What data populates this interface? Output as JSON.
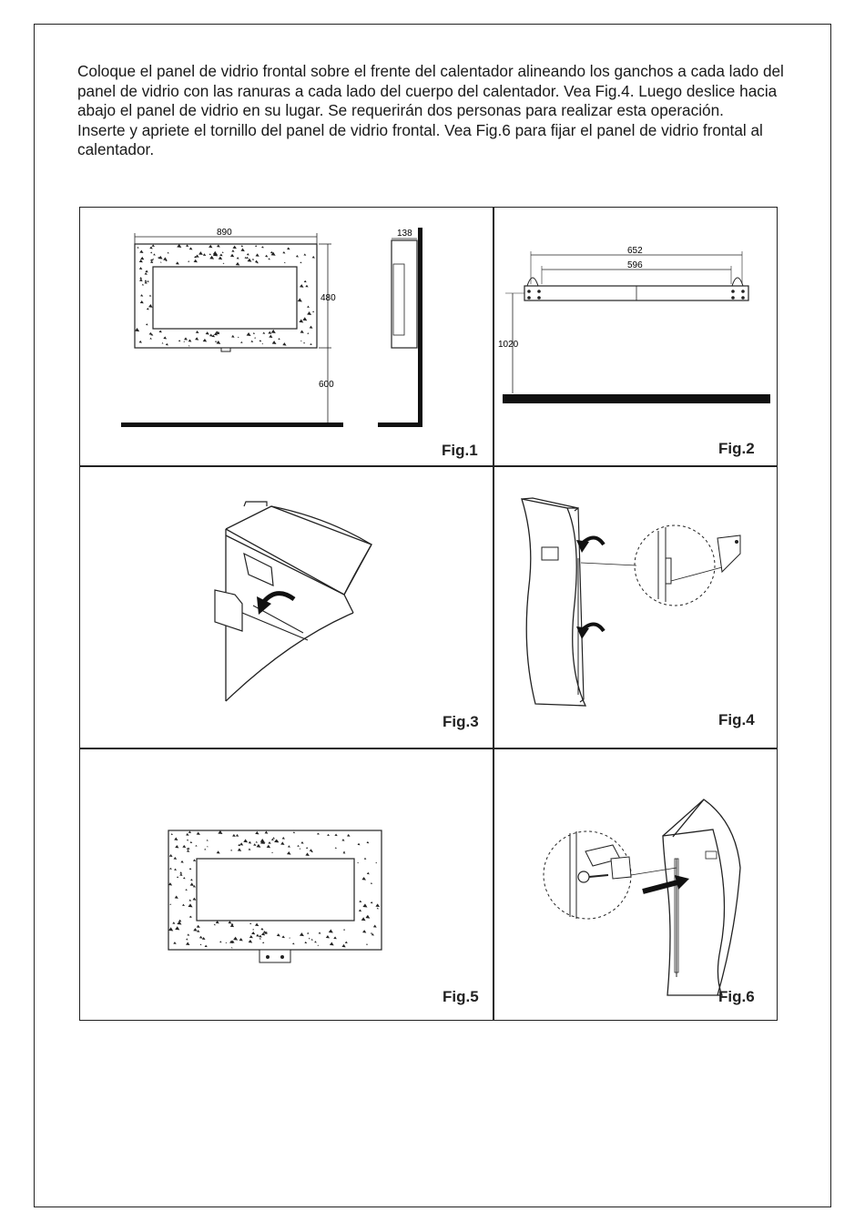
{
  "instructions": {
    "paragraph1": "Coloque el panel de vidrio frontal sobre el frente del calentador alineando los ganchos a cada lado del panel de vidrio con las ranuras a cada lado del cuerpo del calentador. Vea Fig.4. Luego deslice hacia abajo el panel de vidrio en su lugar. Se requerirán dos personas para realizar esta operación.",
    "paragraph2": "Inserte y apriete el tornillo del panel de vidrio frontal. Vea Fig.6 para fijar el panel de vidrio frontal al calentador."
  },
  "figures": {
    "fig1": {
      "label": "Fig.1",
      "dim_width": "890",
      "dim_height": "480",
      "dim_floor": "600",
      "dim_depth": "138"
    },
    "fig2": {
      "label": "Fig.2",
      "dim_outer": "652",
      "dim_inner": "596",
      "dim_floor": "1020"
    },
    "fig3": {
      "label": "Fig.3"
    },
    "fig4": {
      "label": "Fig.4"
    },
    "fig5": {
      "label": "Fig.5"
    },
    "fig6": {
      "label": "Fig.6"
    }
  }
}
